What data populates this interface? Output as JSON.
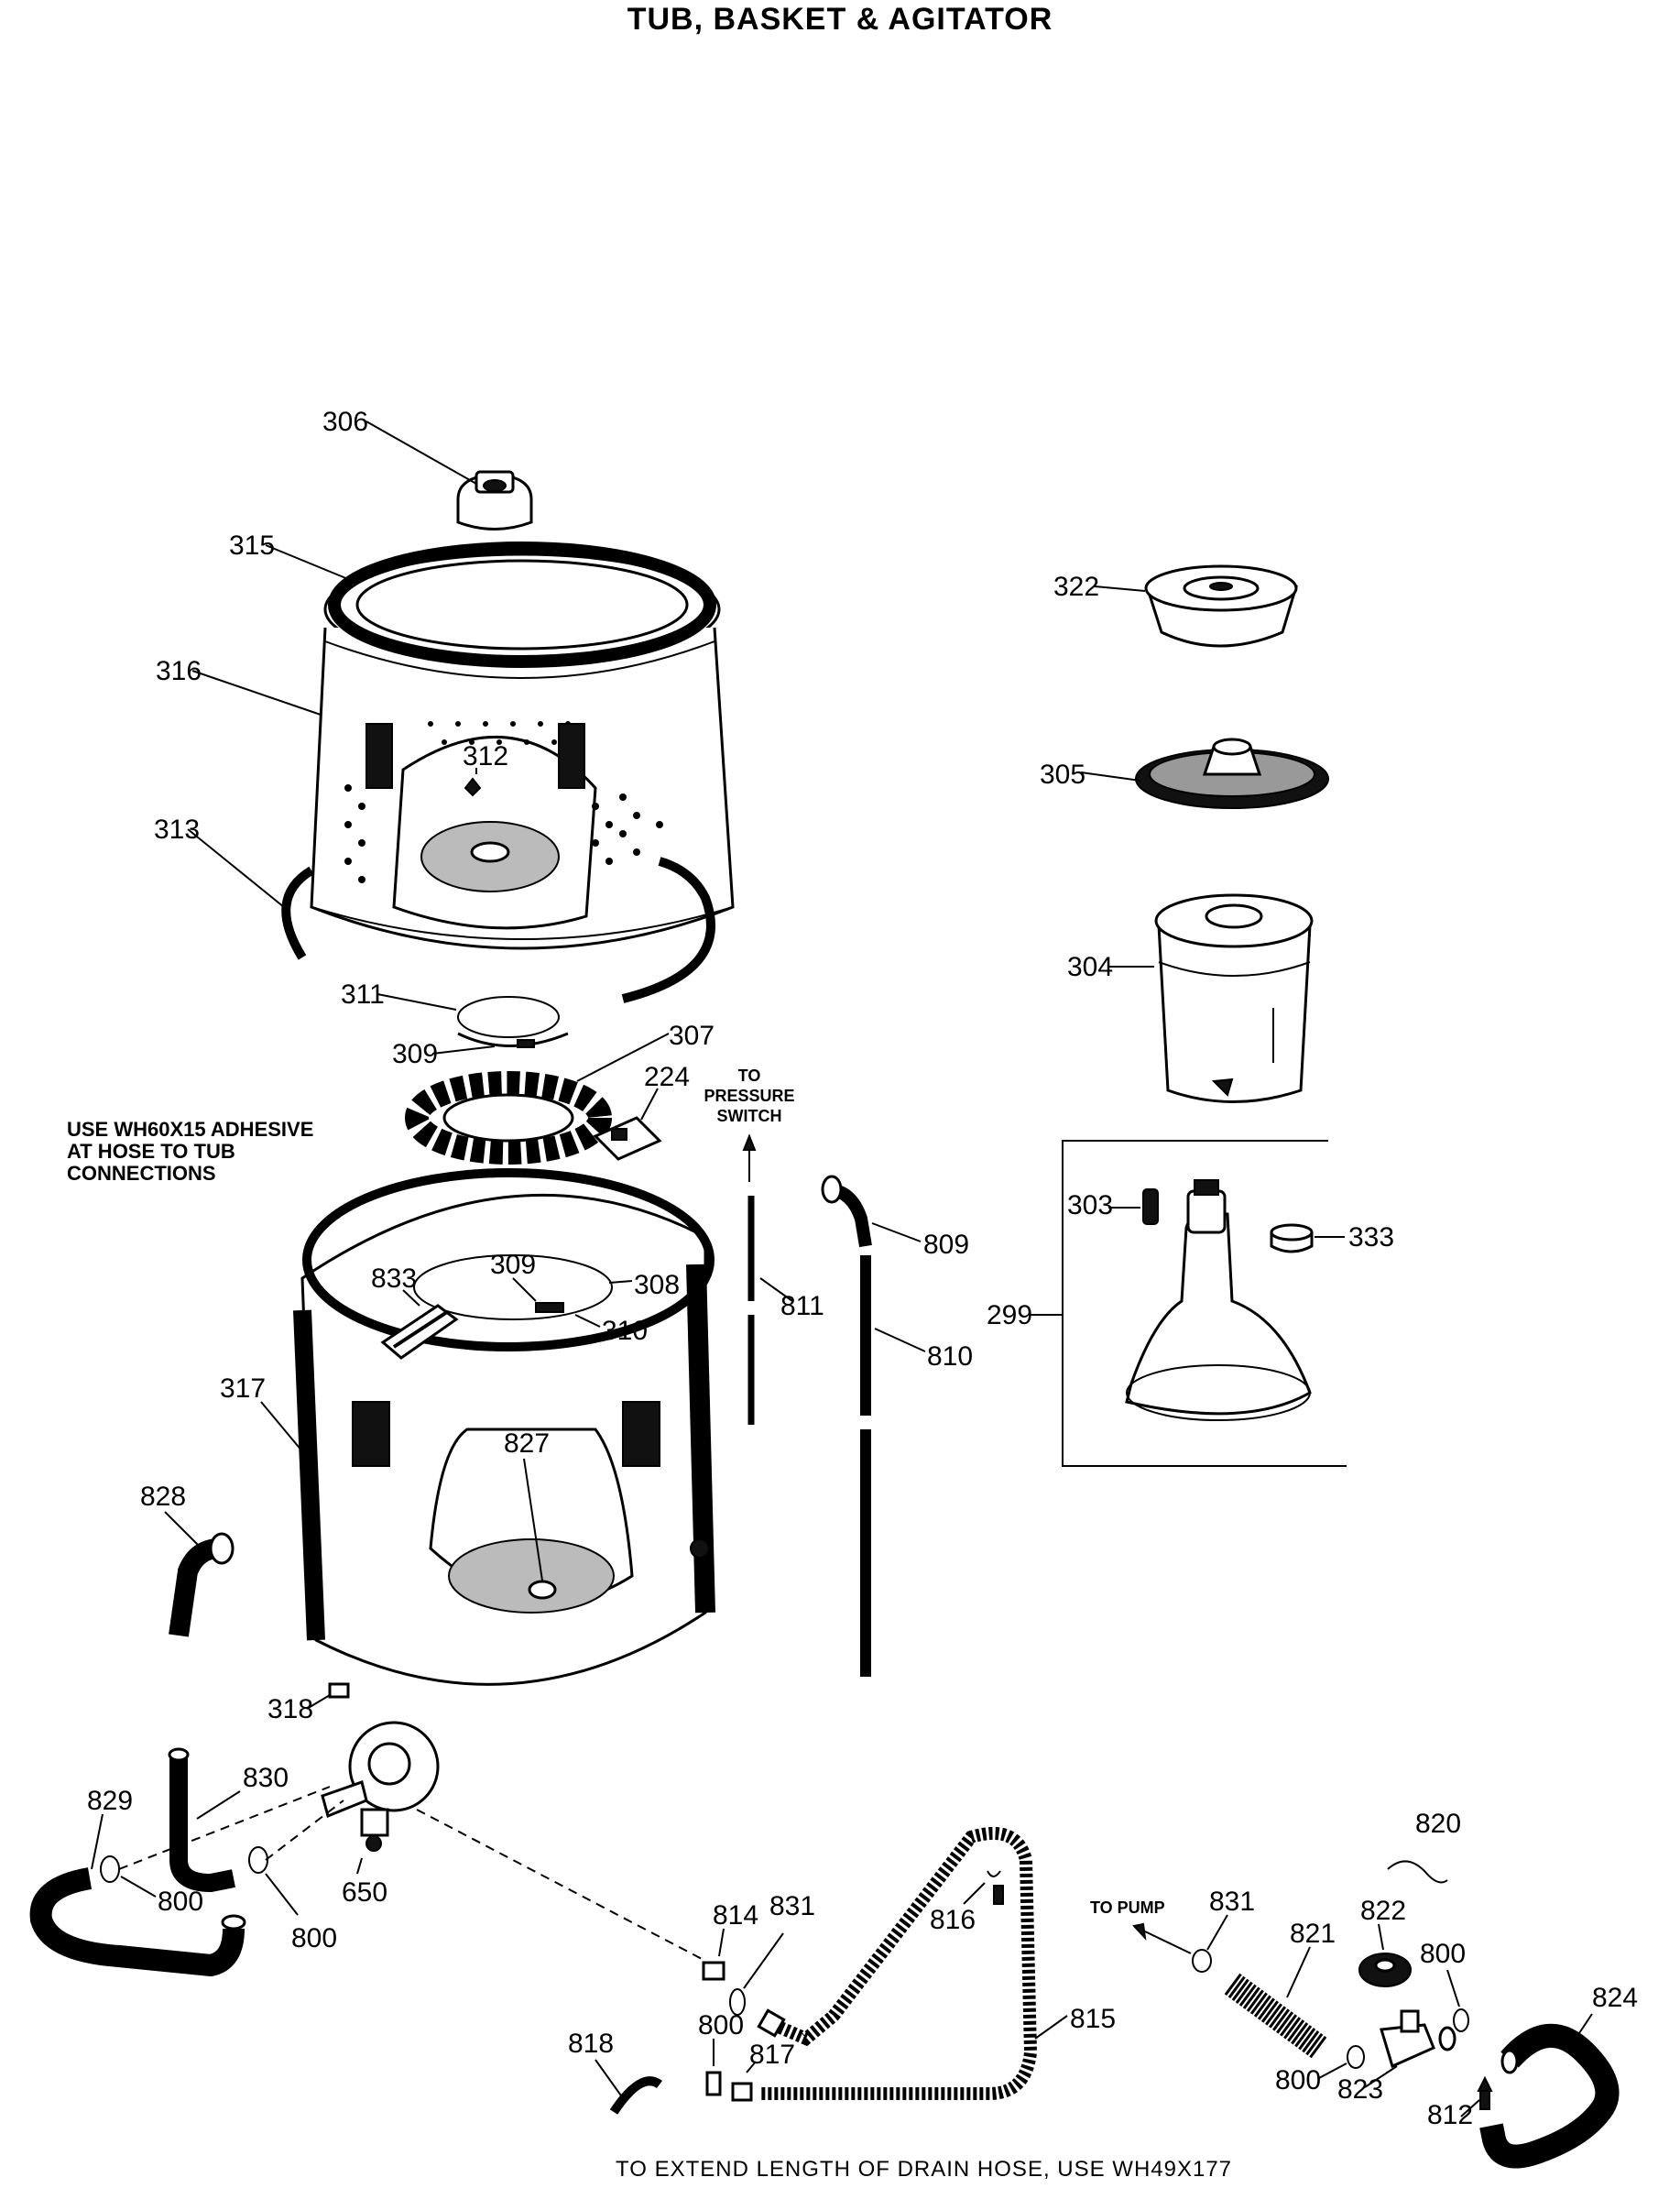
{
  "title": "TUB, BASKET & AGITATOR",
  "notes": {
    "adhesive": [
      "USE WH60X15 ADHESIVE",
      "AT HOSE TO TUB",
      "CONNECTIONS"
    ],
    "pressure": [
      "TO",
      "PRESSURE",
      "SWITCH"
    ],
    "to_pump": "TO PUMP",
    "footer": "TO EXTEND LENGTH OF DRAIN HOSE, USE WH49X177"
  },
  "labels": {
    "p306": "306",
    "p315": "315",
    "p316": "316",
    "p312": "312",
    "p313": "313",
    "p311": "311",
    "p309a": "309",
    "p307": "307",
    "p224": "224",
    "p322": "322",
    "p305": "305",
    "p304": "304",
    "p303": "303",
    "p333": "333",
    "p299": "299",
    "p833": "833",
    "p309b": "309",
    "p308": "308",
    "p310": "310",
    "p317": "317",
    "p827": "827",
    "p811": "811",
    "p809": "809",
    "p810": "810",
    "p828": "828",
    "p318": "318",
    "p829": "829",
    "p830": "830",
    "p800a": "800",
    "p800b": "800",
    "p650": "650",
    "p814": "814",
    "p831a": "831",
    "p816": "816",
    "p800c": "800",
    "p817": "817",
    "p818": "818",
    "p815": "815",
    "p820": "820",
    "p831b": "831",
    "p821": "821",
    "p822": "822",
    "p800d": "800",
    "p824": "824",
    "p800e": "800",
    "p823": "823",
    "p812": "812"
  }
}
